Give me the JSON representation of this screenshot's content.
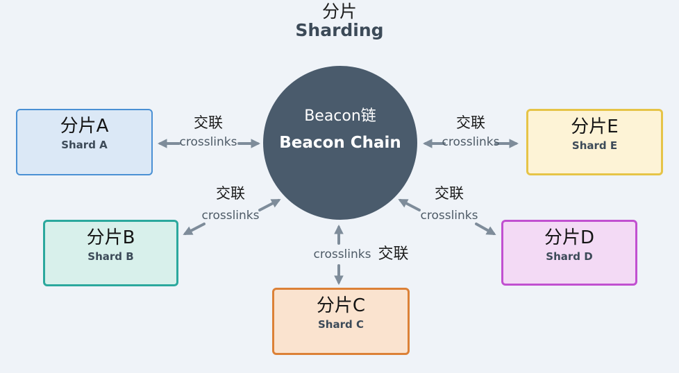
{
  "background_color": "#eff3f8",
  "arrow_color": "#7e8c9a",
  "title": {
    "zh": "分片",
    "en": "Sharding"
  },
  "beacon": {
    "zh": "Beacon链",
    "en": "Beacon Chain",
    "fill_color": "#4a5b6c",
    "text_color": "#ffffff"
  },
  "crosslink_label": {
    "zh": "交联",
    "en": "crosslinks"
  },
  "shards": [
    {
      "id": "A",
      "zh": "分片A",
      "en": "Shard A",
      "border_color": "#4a90d4",
      "fill_color": "#dbe8f6"
    },
    {
      "id": "B",
      "zh": "分片B",
      "en": "Shard B",
      "border_color": "#2ba89d",
      "fill_color": "#d8f0eb"
    },
    {
      "id": "C",
      "zh": "分片C",
      "en": "Shard C",
      "border_color": "#dc8137",
      "fill_color": "#fae3cf"
    },
    {
      "id": "D",
      "zh": "分片D",
      "en": "Shard D",
      "border_color": "#c150d0",
      "fill_color": "#f3daf5"
    },
    {
      "id": "E",
      "zh": "分片E",
      "en": "Shard E",
      "border_color": "#e6c447",
      "fill_color": "#fdf3d6"
    }
  ]
}
